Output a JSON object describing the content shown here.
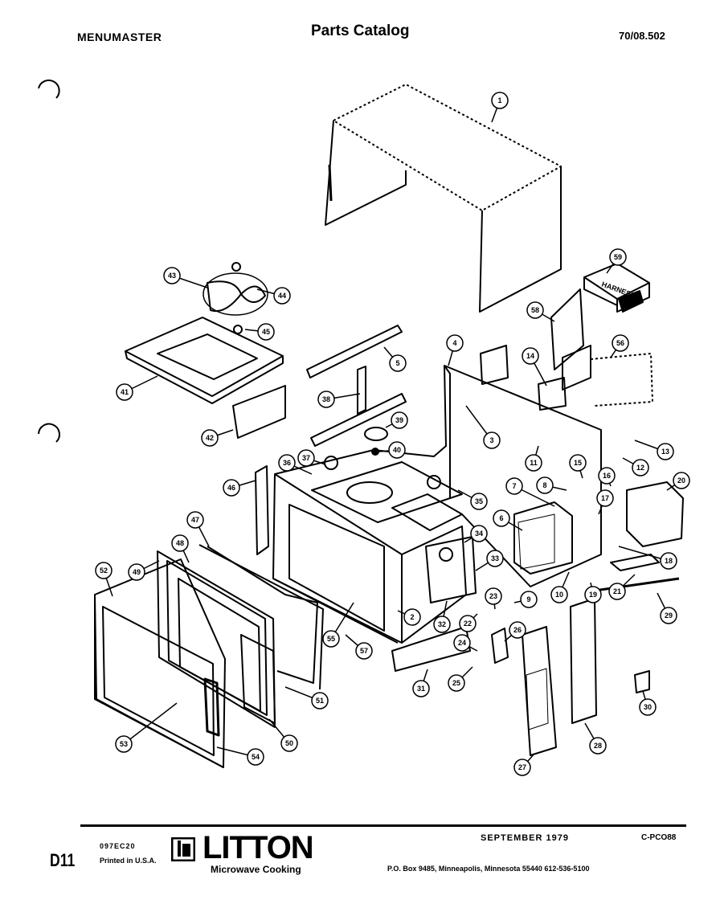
{
  "header": {
    "brand": "MENUMASTER",
    "title": "Parts Catalog",
    "doc_number": "70/08.502"
  },
  "callouts": [
    "1",
    "2",
    "3",
    "4",
    "5",
    "6",
    "7",
    "8",
    "9",
    "10",
    "11",
    "12",
    "13",
    "14",
    "15",
    "16",
    "17",
    "18",
    "19",
    "20",
    "21",
    "22",
    "23",
    "24",
    "25",
    "26",
    "27",
    "28",
    "29",
    "30",
    "31",
    "32",
    "33",
    "34",
    "35",
    "36",
    "37",
    "38",
    "39",
    "40",
    "41",
    "42",
    "43",
    "44",
    "45",
    "46",
    "47",
    "48",
    "49",
    "50",
    "51",
    "52",
    "53",
    "54",
    "55",
    "56",
    "57",
    "58",
    "59"
  ],
  "component_labels": {
    "harness": "HARNESS"
  },
  "footer": {
    "code": "D11",
    "ref_code": "097EC20",
    "printed": "Printed in U.S.A.",
    "logo_word": "LITTON",
    "logo_sub": "Microwave Cooking",
    "date": "SEPTEMBER 1979",
    "form_code": "C-PCO88",
    "address": "P.O. Box 9485, Minneapolis, Minnesota 55440  612-536-5100"
  }
}
